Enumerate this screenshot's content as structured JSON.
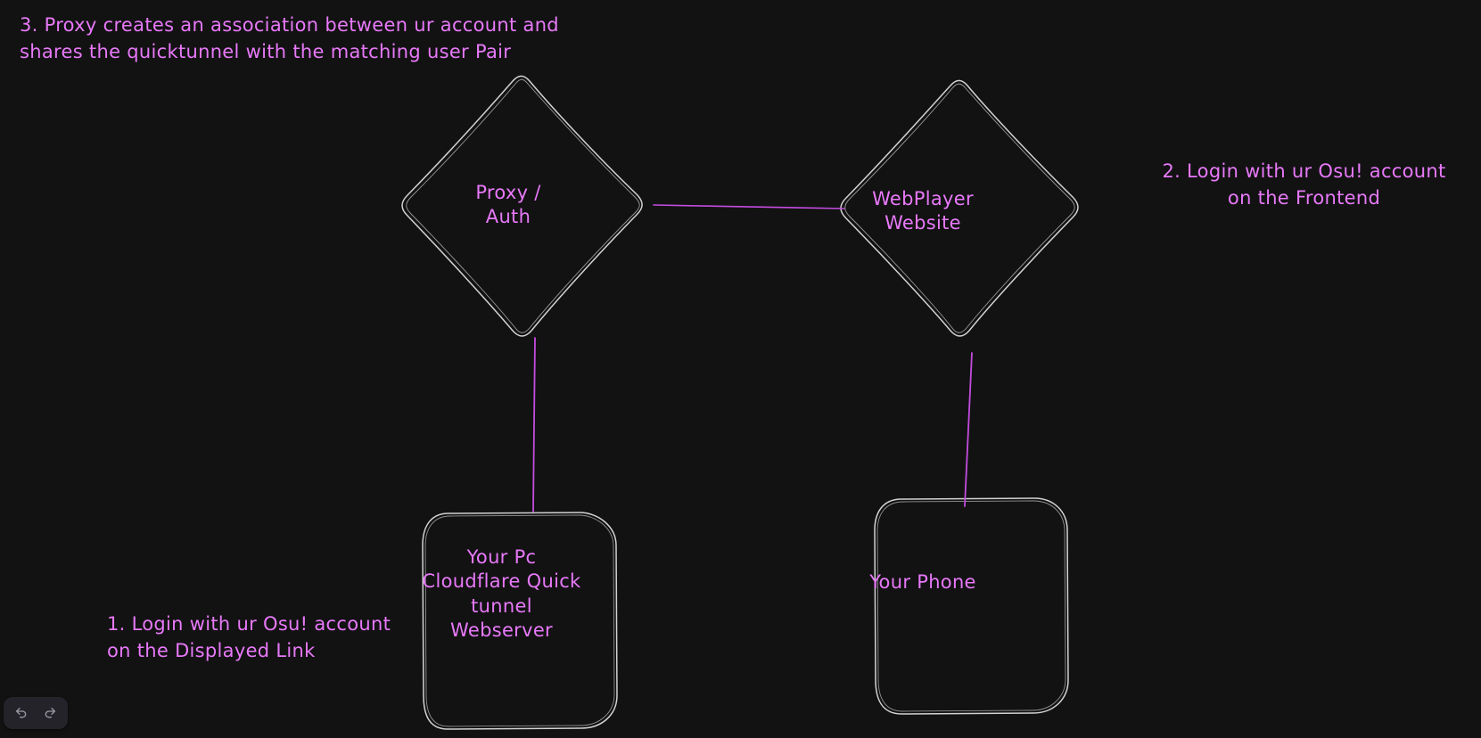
{
  "app": {
    "name": "excalidraw-canvas",
    "background_color": "#121212",
    "stroke_color": "#d3d3d3",
    "accent_color": "#e879f9",
    "connector_color": "#c44ce0"
  },
  "nodes": [
    {
      "id": "proxy-auth",
      "shape": "diamond",
      "label": "Proxy /\nAuth"
    },
    {
      "id": "webplayer-website",
      "shape": "diamond",
      "label": "WebPlayer\nWebsite"
    },
    {
      "id": "your-pc",
      "shape": "rounded-rectangle",
      "label": "Your Pc\nCloudflare Quick\ntunnel\nWebserver"
    },
    {
      "id": "your-phone",
      "shape": "rounded-rectangle",
      "label": "Your Phone"
    }
  ],
  "annotations": [
    {
      "id": "step-3",
      "text": "3. Proxy creates an association between ur account and\n shares the quicktunnel with the matching user Pair"
    },
    {
      "id": "step-2",
      "text": "2. Login with ur Osu! account\non the Frontend"
    },
    {
      "id": "step-1",
      "text": "1. Login with ur Osu! account\non the Displayed Link"
    }
  ],
  "connectors": [
    {
      "id": "proxy-to-webplayer",
      "from": "proxy-auth",
      "to": "webplayer-website"
    },
    {
      "id": "proxy-to-your-pc",
      "from": "proxy-auth",
      "to": "your-pc"
    },
    {
      "id": "webplayer-to-your-phone",
      "from": "webplayer-website",
      "to": "your-phone"
    }
  ],
  "toolbar": {
    "undo_label": "undo-icon",
    "redo_label": "redo-icon"
  }
}
